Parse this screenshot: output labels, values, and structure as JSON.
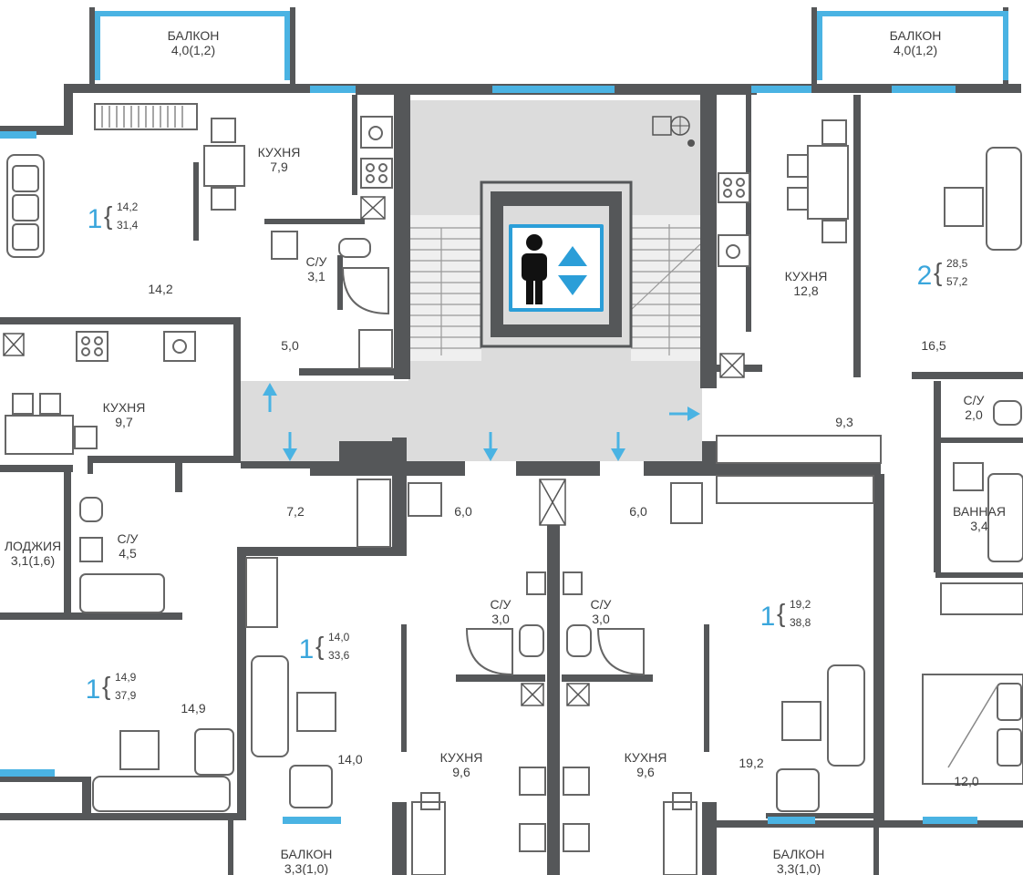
{
  "colors": {
    "wall": "#555759",
    "window": "#4ab3e3",
    "common_area": "#dcdcdc",
    "apartment_number": "#3aa6dc",
    "elevator_sign": "#2b9ed8"
  },
  "rooms": [
    {
      "id": "balcony-tl",
      "title": "БАЛКОН",
      "value": "4,0(1,2)"
    },
    {
      "id": "balcony-tr",
      "title": "БАЛКОН",
      "value": "4,0(1,2)"
    },
    {
      "id": "kitchen-tl",
      "title": "КУХНЯ",
      "value": "7,9"
    },
    {
      "id": "bath-tl",
      "title": "С/У",
      "value": "3,1"
    },
    {
      "id": "kitchen-tr",
      "title": "КУХНЯ",
      "value": "12,8"
    },
    {
      "id": "kitchen-ml",
      "title": "КУХНЯ",
      "value": "9,7"
    },
    {
      "id": "bath-ml",
      "title": "С/У",
      "value": "4,5"
    },
    {
      "id": "loggia-l",
      "title": "ЛОДЖИЯ",
      "value": "3,1(1,6)"
    },
    {
      "id": "bath-cl",
      "title": "С/У",
      "value": "3,0"
    },
    {
      "id": "bath-cr",
      "title": "С/У",
      "value": "3,0"
    },
    {
      "id": "kitchen-cl",
      "title": "КУХНЯ",
      "value": "9,6"
    },
    {
      "id": "kitchen-cr",
      "title": "КУХНЯ",
      "value": "9,6"
    },
    {
      "id": "bath-r",
      "title": "С/У",
      "value": "2,0"
    },
    {
      "id": "bathroom-r",
      "title": "ВАННАЯ",
      "value": "3,4"
    },
    {
      "id": "balcony-bl",
      "title": "БАЛКОН",
      "value": "3,3(1,0)"
    },
    {
      "id": "balcony-br",
      "title": "БАЛКОН",
      "value": "3,3(1,0)"
    }
  ],
  "areas": [
    {
      "id": "room-tl",
      "value": "14,2"
    },
    {
      "id": "hall-tl",
      "value": "5,0"
    },
    {
      "id": "room-tr",
      "value": "16,5"
    },
    {
      "id": "hall-r",
      "value": "9,3"
    },
    {
      "id": "hall-ml",
      "value": "7,2"
    },
    {
      "id": "hall-cl",
      "value": "6,0"
    },
    {
      "id": "hall-cr",
      "value": "6,0"
    },
    {
      "id": "room-bl",
      "value": "14,9"
    },
    {
      "id": "room-bc",
      "value": "14,0"
    },
    {
      "id": "room-rc",
      "value": "19,2"
    },
    {
      "id": "room-br",
      "value": "12,0"
    }
  ],
  "apartments": [
    {
      "id": "apt-tl",
      "rooms": "1",
      "living": "14,2",
      "total": "31,4"
    },
    {
      "id": "apt-tr",
      "rooms": "2",
      "living": "28,5",
      "total": "57,2"
    },
    {
      "id": "apt-bl",
      "rooms": "1",
      "living": "14,9",
      "total": "37,9"
    },
    {
      "id": "apt-bc",
      "rooms": "1",
      "living": "14,0",
      "total": "33,6"
    },
    {
      "id": "apt-rc",
      "rooms": "1",
      "living": "19,2",
      "total": "38,8"
    }
  ]
}
